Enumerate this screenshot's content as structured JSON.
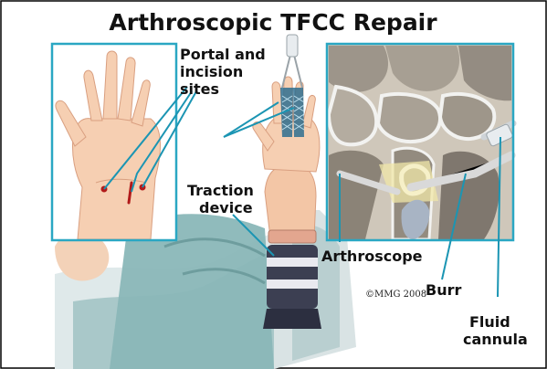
{
  "title": "Arthroscopic TFCC Repair",
  "labels": {
    "portal_line1": "Portal and",
    "portal_line2": "incision",
    "portal_line3": "sites",
    "traction_line1": "Traction",
    "traction_line2": "device",
    "arthroscope": "Arthroscope",
    "burr": "Burr",
    "fluid_line1": "Fluid",
    "fluid_line2": "cannula"
  },
  "copyright": "©MMG 2008",
  "colors": {
    "frame": "#2aa7c3",
    "leader": "#1b95b3",
    "skin": "#f3c6a6",
    "skin_shade": "#d99f80",
    "drape": "#8ab7b8",
    "bone": "#d9d2c6",
    "bone_dark": "#7f776e",
    "cartilage": "#f2f2f0",
    "incision": "#b11a1a"
  },
  "icons": [
    "hand-illustration",
    "arm-illustration",
    "traction-device-illustration",
    "joint-interior-illustration"
  ]
}
